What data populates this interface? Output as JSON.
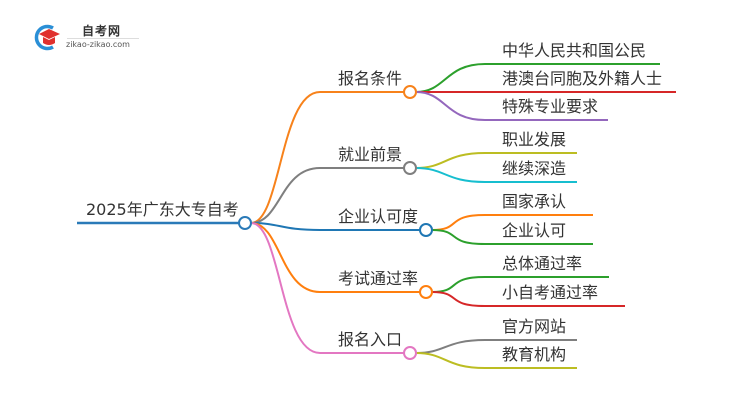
{
  "logo": {
    "title": "自考网",
    "url": "zikao-zikao.com",
    "icon": "graduation-cap-icon"
  },
  "mindmap": {
    "root": {
      "label": "2025年广东大专自考",
      "color": "#2a7ab8"
    },
    "branches": [
      {
        "label": "报名条件",
        "color": "#f7821b",
        "children": [
          {
            "label": "中华人民共和国公民",
            "color": "#2ca02c"
          },
          {
            "label": "港澳台同胞及外籍人士",
            "color": "#d62728"
          },
          {
            "label": "特殊专业要求",
            "color": "#9467bd"
          }
        ]
      },
      {
        "label": "就业前景",
        "color": "#7f7f7f",
        "children": [
          {
            "label": "职业发展",
            "color": "#bcbd22"
          },
          {
            "label": "继续深造",
            "color": "#17becf"
          }
        ]
      },
      {
        "label": "企业认可度",
        "color": "#1f77b4",
        "children": [
          {
            "label": "国家承认",
            "color": "#ff7f0e"
          },
          {
            "label": "企业认可",
            "color": "#2ca02c"
          }
        ]
      },
      {
        "label": "考试通过率",
        "color": "#ff7f0e",
        "children": [
          {
            "label": "总体通过率",
            "color": "#2ca02c"
          },
          {
            "label": "小自考通过率",
            "color": "#d62728"
          }
        ]
      },
      {
        "label": "报名入口",
        "color": "#e377c2",
        "children": [
          {
            "label": "官方网站",
            "color": "#7f7f7f"
          },
          {
            "label": "教育机构",
            "color": "#bcbd22"
          }
        ]
      }
    ]
  }
}
